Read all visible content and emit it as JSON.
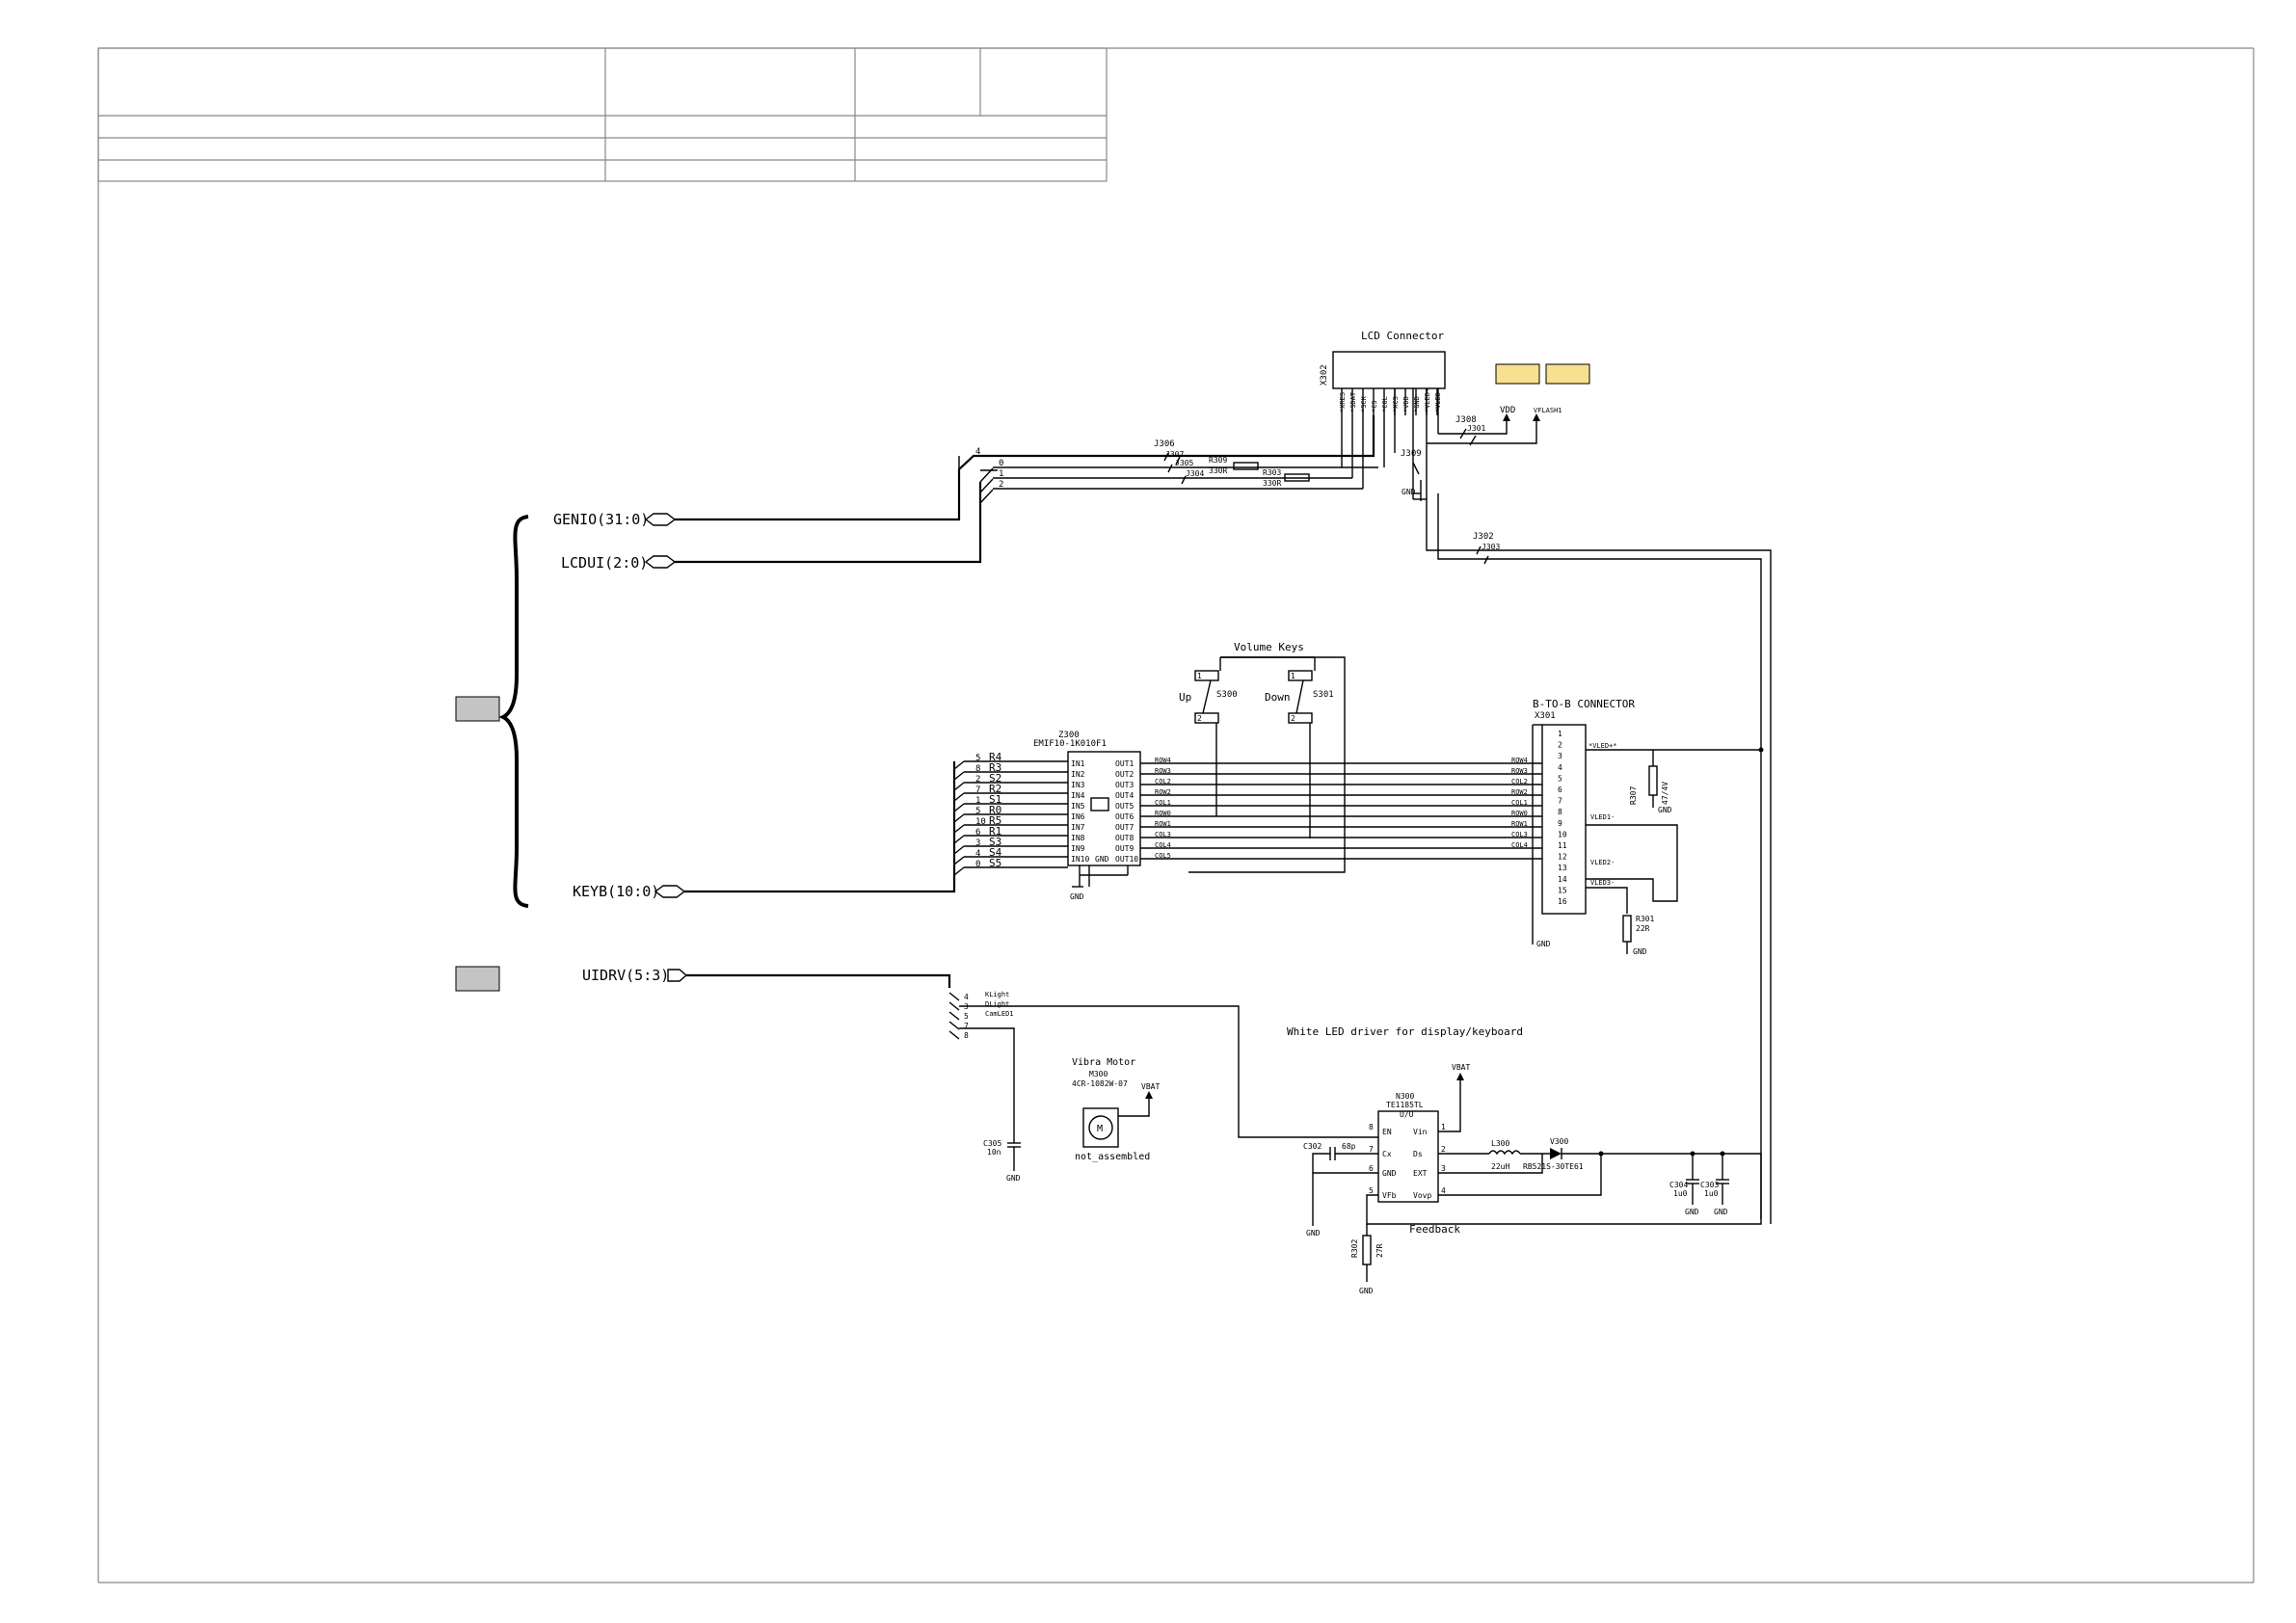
{
  "title_block": {
    "cells": [
      "",
      "",
      "",
      "",
      "",
      "",
      "",
      "",
      "",
      "",
      "",
      "",
      "",
      ""
    ]
  },
  "placeholders": {
    "colors": {
      "yellow": "#f7e08e",
      "grey": "#c4c4c4"
    }
  },
  "ports": {
    "genio": "GENIO(31:0)",
    "lcdui": "LCDUI(2:0)",
    "keyb": "KEYB(10:0)",
    "uidrv": "UIDRV(5:3)"
  },
  "lcd": {
    "title": "LCD Connector",
    "ref": "X302",
    "pins": [
      "*XRES",
      "*SDAT",
      "*SCK",
      "*CS",
      "*COL",
      "*XCS",
      "*VDD",
      "*GND",
      "*VLED+",
      "*VLED-"
    ],
    "vdd": "VDD",
    "vflash": "VFLASH1",
    "j306": "J306",
    "j307": "J307",
    "j305": "J305",
    "j304": "J304",
    "j308": "J308",
    "j301": "J301",
    "j309": "J309",
    "r309": "R309",
    "r309v": "330R",
    "r303": "R303",
    "r303v": "330R",
    "gnd": "GND",
    "bus_nums": [
      "4",
      "0",
      "1",
      "2"
    ]
  },
  "j302": {
    "a": "J302",
    "b": "J303"
  },
  "volume_keys": {
    "title": "Volume Keys",
    "up": "Up",
    "down": "Down",
    "s300": "S300",
    "s301": "S301",
    "pins": [
      "1",
      "2",
      "1",
      "2"
    ]
  },
  "emif": {
    "ref": "Z300",
    "part": "EMIF10-1K010F1",
    "in": [
      "IN1",
      "IN2",
      "IN3",
      "IN4",
      "IN5",
      "IN6",
      "IN7",
      "IN8",
      "IN9",
      "IN10"
    ],
    "out": [
      "OUT1",
      "OUT2",
      "OUT3",
      "OUT4",
      "OUT5",
      "OUT6",
      "OUT7",
      "OUT8",
      "OUT9",
      "OUT10"
    ],
    "gnd": "GND",
    "gnd_label": "GND",
    "nets_out": [
      "ROW4",
      "ROW3",
      "COL2",
      "ROW2",
      "COL1",
      "ROW0",
      "ROW1",
      "COL3",
      "COL4",
      "COL5"
    ]
  },
  "keyb_bus": {
    "nums": [
      "5",
      "8",
      "2",
      "7",
      "1",
      "5",
      "10",
      "6",
      "3",
      "4",
      "0"
    ],
    "names": [
      "R4",
      "R3",
      "S2",
      "R2",
      "S1",
      "R0",
      "R5",
      "R1",
      "S3",
      "S4",
      "S5"
    ]
  },
  "b2b": {
    "title": "B-TO-B CONNECTOR",
    "ref": "X301",
    "pins": [
      "1",
      "2",
      "3",
      "4",
      "5",
      "6",
      "7",
      "8",
      "9",
      "10",
      "11",
      "12",
      "13",
      "14",
      "15",
      "16"
    ],
    "nets": [
      "ROW4",
      "ROW3",
      "COL2",
      "ROW2",
      "COL1",
      "ROW0",
      "ROW1",
      "COL3",
      "COL4"
    ],
    "vled_plus": "*VLED+*",
    "vled1": "VLED1-",
    "vled2": "VLED2-",
    "vled3": "VLED3-",
    "r307": "R307",
    "r307v": "47/4V",
    "gnd1": "GND",
    "gnd2": "GND",
    "r301": "R301",
    "r301v": "22R",
    "gnd3": "GND"
  },
  "uidrv_bus": {
    "nums": [
      "4",
      "3",
      "5",
      "7",
      "8"
    ],
    "names": [
      "KLight",
      "DLight",
      "CamLED1"
    ]
  },
  "vibra": {
    "title": "Vibra Motor",
    "ref": "M300",
    "part": "4CR-1082W-07",
    "note": "not_assembled",
    "vbat": "VBAT",
    "glyph": "M"
  },
  "c305": {
    "ref": "C305",
    "value": "10n",
    "gnd": "GND"
  },
  "driver": {
    "caption": "White LED driver for display/keyboard",
    "ref": "N300",
    "part": "TE1185TL",
    "sub": "U/U",
    "left_pins": [
      "EN",
      "Cx",
      "GND",
      "VFb"
    ],
    "left_nums": [
      "8",
      "7",
      "6",
      "5"
    ],
    "right_pins": [
      "Vin",
      "Ds",
      "EXT",
      "Vovp"
    ],
    "right_nums": [
      "1",
      "2",
      "3",
      "4"
    ],
    "vbat": "VBAT",
    "c302": "C302",
    "c302v": "68p",
    "gnd": "GND",
    "l300": "L300",
    "l300v": "22uH",
    "v300": "V300",
    "v300p": "RB521S-30TE61",
    "c304": "C304",
    "c304v": "1u0",
    "c303": "C303",
    "c303v": "1u0",
    "gnd4": "GND",
    "gnd5": "GND",
    "feedback": "Feedback",
    "r302": "R302",
    "r302v": "27R",
    "gnd6": "GND"
  }
}
